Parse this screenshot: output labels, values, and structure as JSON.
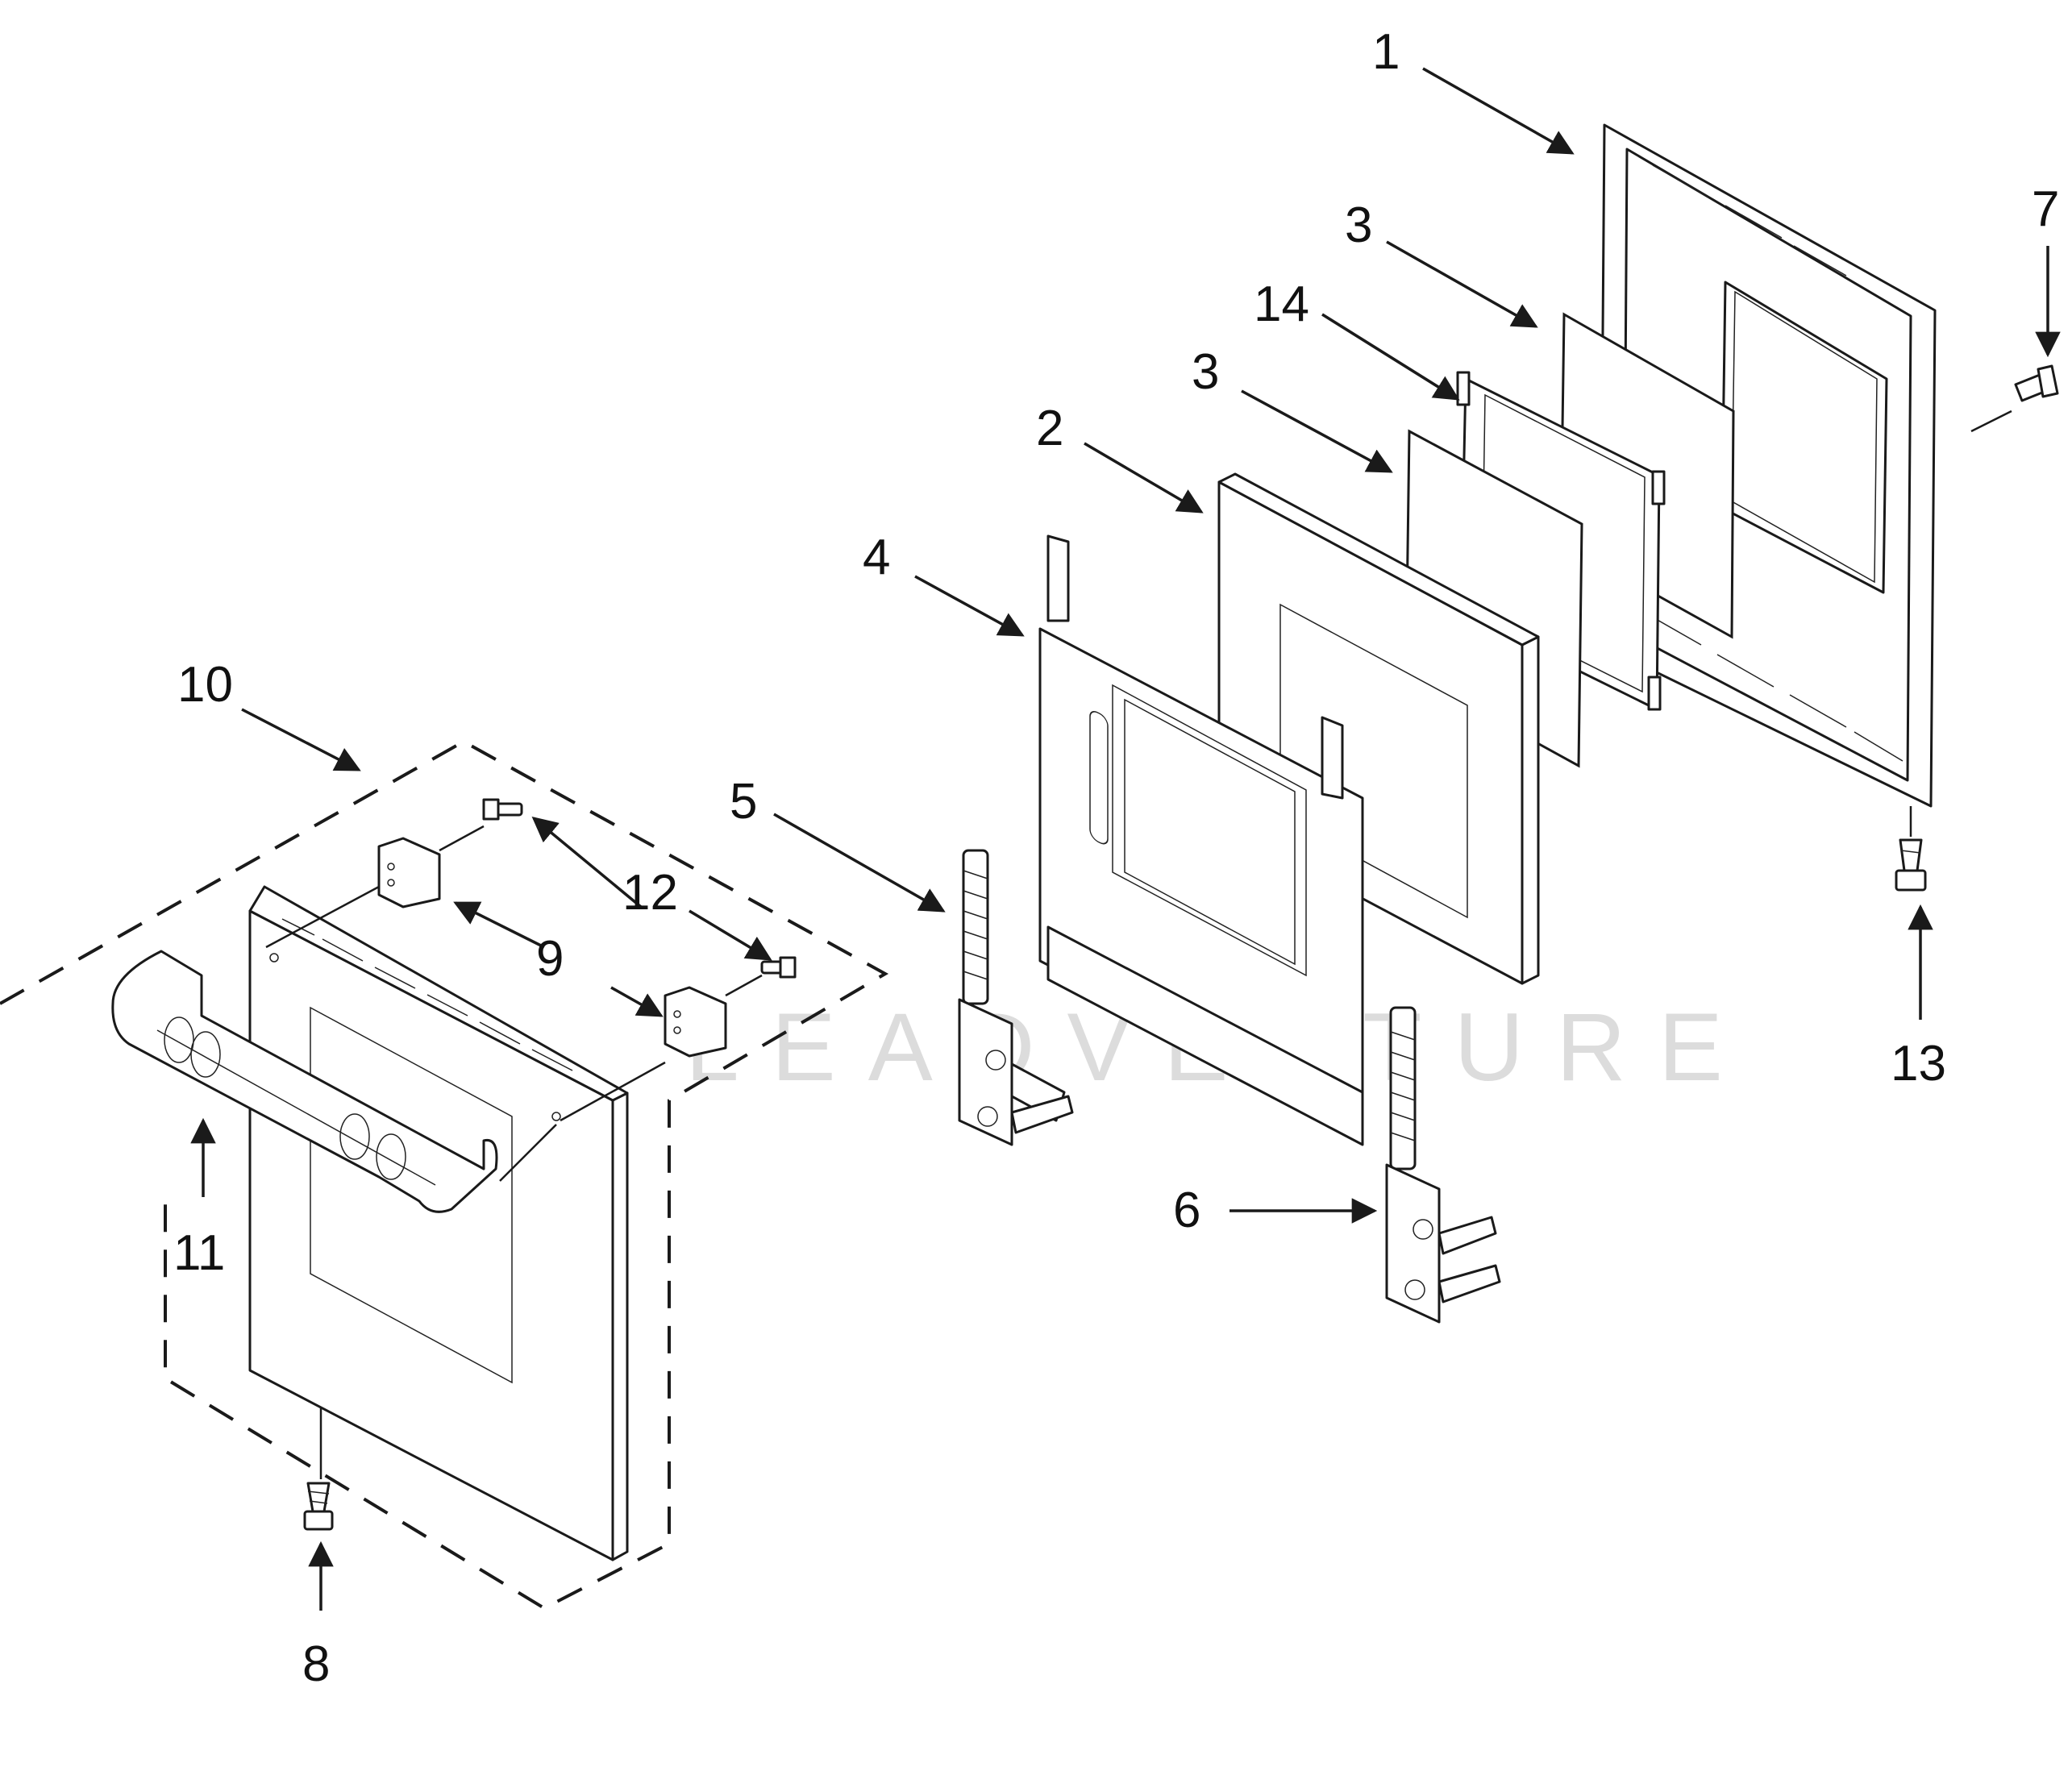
{
  "watermark": "LEADVENTURE",
  "callouts": [
    {
      "id": "1",
      "label": "1"
    },
    {
      "id": "3a",
      "label": "3"
    },
    {
      "id": "14",
      "label": "14"
    },
    {
      "id": "3b",
      "label": "3"
    },
    {
      "id": "2",
      "label": "2"
    },
    {
      "id": "4",
      "label": "4"
    },
    {
      "id": "10",
      "label": "10"
    },
    {
      "id": "5",
      "label": "5"
    },
    {
      "id": "12",
      "label": "12"
    },
    {
      "id": "9",
      "label": "9"
    },
    {
      "id": "11",
      "label": "11"
    },
    {
      "id": "8",
      "label": "8"
    },
    {
      "id": "6",
      "label": "6"
    },
    {
      "id": "7",
      "label": "7"
    },
    {
      "id": "13",
      "label": "13"
    }
  ],
  "colors": {
    "line": "#1a1a1a",
    "watermark": "#dcdcdc",
    "background": "#ffffff"
  }
}
